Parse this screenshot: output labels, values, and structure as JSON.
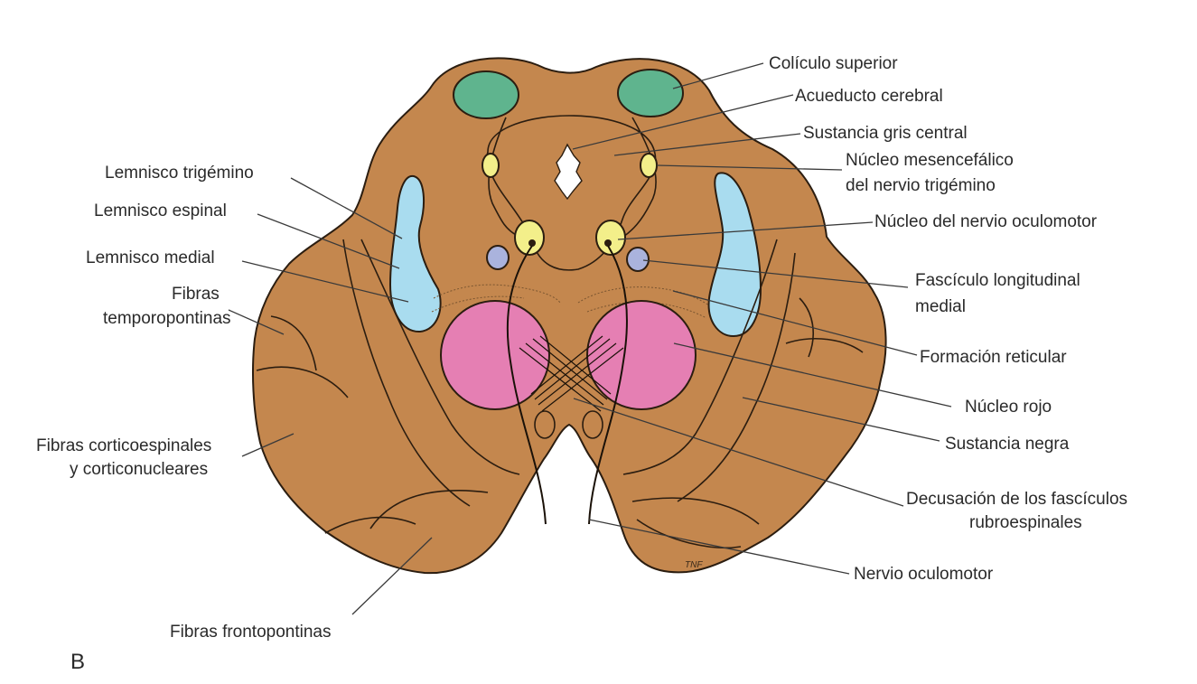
{
  "panel_letter": "B",
  "signature": "TNF",
  "colors": {
    "tissue": "#c4874e",
    "colliculus": "#5fb48e",
    "lemniscus": "#a9dcef",
    "nucleus_yellow": "#f3ef8a",
    "flm": "#aab3dd",
    "red_nucleus": "#e57fb3",
    "aqueduct": "#ffffff"
  },
  "labels": {
    "coliculo_superior": "Colículo superior",
    "acueducto_cerebral": "Acueducto cerebral",
    "sustancia_gris_central": "Sustancia gris central",
    "nucleo_mesencefalico_1": "Núcleo mesencefálico",
    "nucleo_mesencefalico_2": "del nervio trigémino",
    "nucleo_oculomotor": "Núcleo del nervio oculomotor",
    "fasciculo_longitudinal_1": "Fascículo longitudinal",
    "fasciculo_longitudinal_2": "medial",
    "formacion_reticular": "Formación reticular",
    "nucleo_rojo": "Núcleo rojo",
    "sustancia_negra": "Sustancia negra",
    "decusacion_1": "Decusación de los fascículos",
    "decusacion_2": "rubroespinales",
    "nervio_oculomotor": "Nervio oculomotor",
    "lemnisco_trigemino": "Lemnisco trigémino",
    "lemnisco_espinal": "Lemnisco espinal",
    "lemnisco_medial": "Lemnisco medial",
    "fibras_temporo_1": "Fibras",
    "fibras_temporo_2": "temporopontinas",
    "fibras_cortico_1": "Fibras corticoespinales",
    "fibras_cortico_2": "y corticonucleares",
    "fibras_frontopontinas": "Fibras frontopontinas"
  }
}
